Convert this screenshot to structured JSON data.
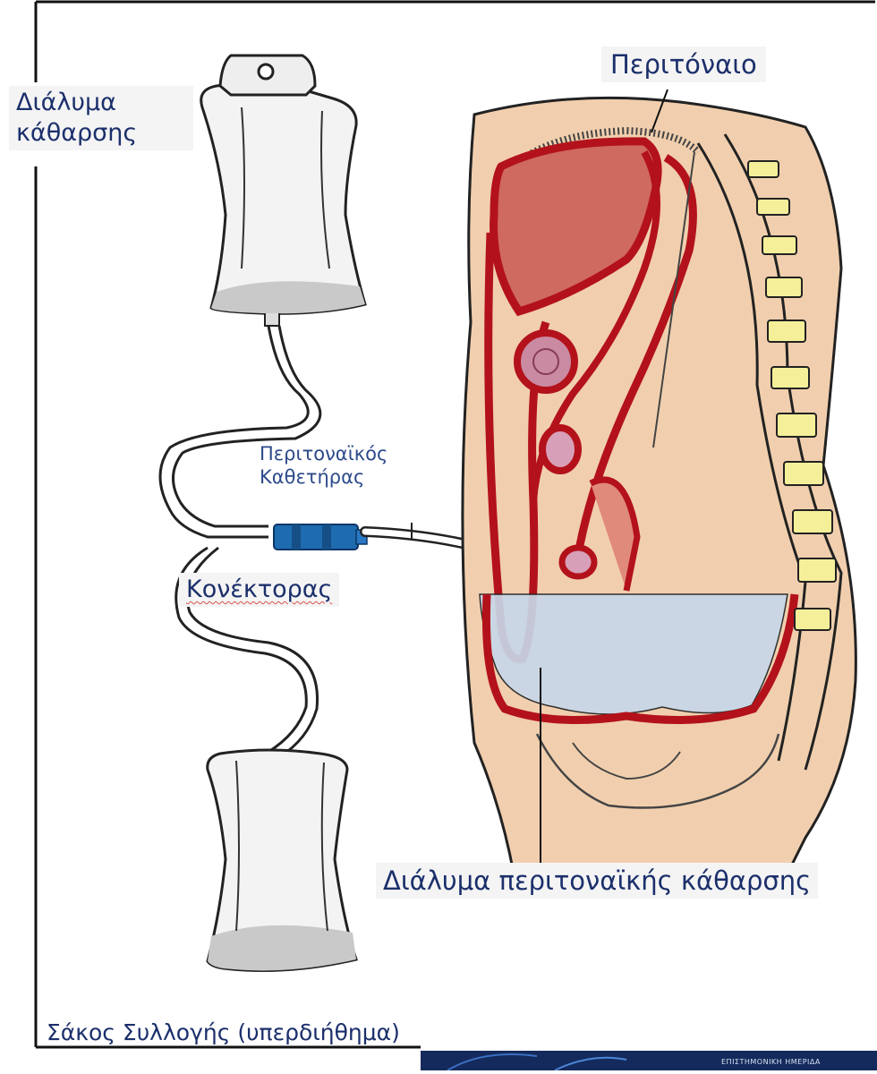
{
  "labels": {
    "solution_bag_line1": "Διάλυμα",
    "solution_bag_line2": "κάθαρσης",
    "peritoneum": "Περιτόναιο",
    "catheter_line1": "Περιτοναϊκός",
    "catheter_line2": "Καθετήρας",
    "connector": "Κονέκτορας",
    "dialysate": "Διάλυμα περιτοναϊκής κάθαρσης",
    "collection_bag": "Σάκος Συλλογής (υπερδιήθημα)"
  },
  "footer": {
    "logo_text": "ΕΠΙΣΤΗΜΟΝΙΚΗ ΗΜΕΡΙΔΑ"
  },
  "colors": {
    "label_text": "#1b2f6b",
    "vessel_red": "#b3121b",
    "liver": "#cf6a5e",
    "tissue": "#f1cfae",
    "spine_yellow": "#f5ef9a",
    "dialysate_fill": "#c7d7e8",
    "connector_blue": "#1e6bb0",
    "footer_navy": "#152a5c"
  }
}
